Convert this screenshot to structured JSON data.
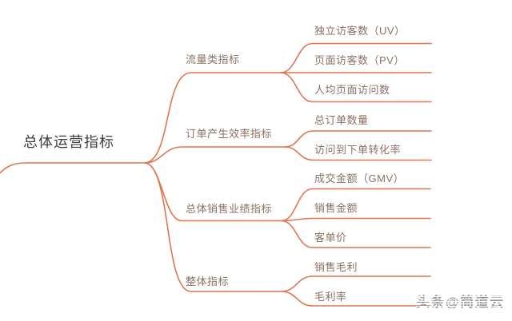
{
  "root": {
    "label": "总体运营指标"
  },
  "branches": [
    {
      "label": "流量类指标",
      "children": [
        "独立访客数（UV）",
        "页面访客数（PV）",
        "人均页面访问数"
      ]
    },
    {
      "label": "订单产生效率指标",
      "children": [
        "总订单数量",
        "访问到下单转化率"
      ]
    },
    {
      "label": "总体销售业绩指标",
      "children": [
        "成交金额（GMV）",
        "销售金额",
        "客单价"
      ]
    },
    {
      "label": "整体指标",
      "children": [
        "销售毛利",
        "毛利率"
      ]
    }
  ],
  "watermark": {
    "text": "头条@简道云"
  },
  "colors": {
    "line": "#e1764e",
    "node_text": "#8b7164",
    "root_text": "#3e3e3e",
    "watermark": "#979797",
    "background": "#ffffff"
  }
}
